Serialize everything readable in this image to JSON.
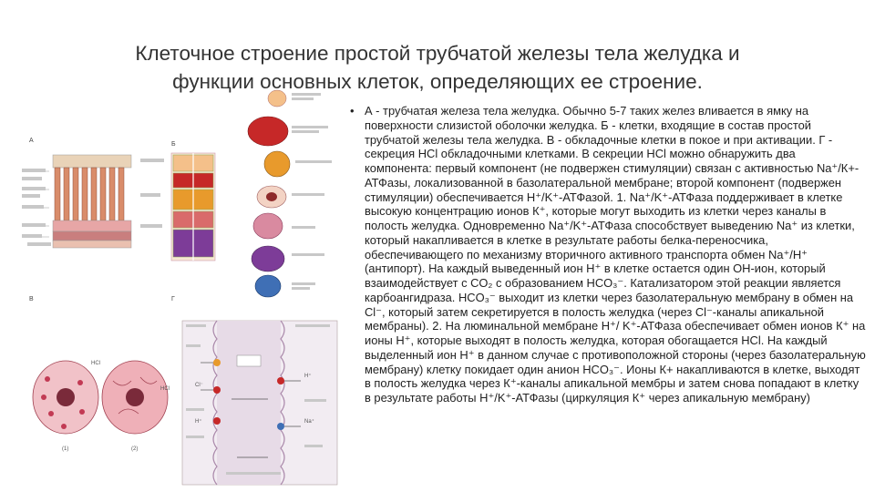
{
  "slide": {
    "title_line1": "Клеточное строение простой трубчатой железы тела желудка и",
    "title_line2": "функции основных клеток, определяющих ее строение.",
    "bullet_symbol": "•",
    "paragraph": "А - трубчатая железа тела желудка. Обычно 5-7 таких желез вливается в ямку на поверхности слизистой оболочки желудка. Б - клетки, входящие в состав простой трубчатой железы тела желудка. В - обкладочные клетки в покое и при активации. Г - секреция HCl обкладочными клетками. В секреции HCl можно обнаружить два компонента: первый компонент (не подвержен стимуляции) связан с активностью Na⁺/К+-АТФазы, локализованной в базолатеральной мембране; второй компонент (подвержен стимуляции) обеспечивается H⁺/K⁺-АТФазой. 1. Na⁺/K⁺-АТФаза поддерживает в клетке высокую концентрацию ионов К⁺, которые могут выходить из клетки через каналы в полость желудка. Одновременно Na⁺/K⁺-АТФаза способствует выведению Na⁺ из клетки, который накапливается в клетке в результате работы белка-переносчика, обеспечивающего по механизму вторичного активного транспорта обмен Na⁺/H⁺ (антипорт). На каждый выведенный ион H⁺ в клетке остается один OH-ион, который взаимодействует с CO₂ с образованием HCO₃⁻. Катализатором этой реакции является карбоангидраза. HCO₃⁻ выходит из клетки через базолатеральную мембрану в обмен на Cl⁻, который затем секретируется в полость желудка (через Cl⁻-каналы апикальной мембраны). 2. На люминальной мембране H⁺/ K⁺-АТФаза обеспечивает обмен ионов К⁺ на ионы Н⁺, которые выходят в полость желудка, которая обогащается HCl. На каждый выделенный ион H⁺ в данном случае с противоположной стороны (через базолатеральную мембрану) клетку покидает один анион HCO₃⁻. Ионы К+ накапливаются в клетке, выходят в полость желудка через К⁺-каналы апикальной мембры и затем снова попадают в клетку в результате работы H⁺/K⁺-АТФазы (циркуляция К⁺ через апикальную мембрану)"
  },
  "figure": {
    "panel_labels": [
      "А",
      "Б",
      "В",
      "Г"
    ],
    "colors": {
      "surface_cell": "#f4c08a",
      "mucous_neck_cell": "#c62828",
      "parietal_cell": "#e89a2c",
      "chief_cell": "#7d3c98",
      "endocrine_cell": "#3f6fb5",
      "gland_wall": "#d96b6b",
      "membrane": "#b0a0a0"
    }
  }
}
